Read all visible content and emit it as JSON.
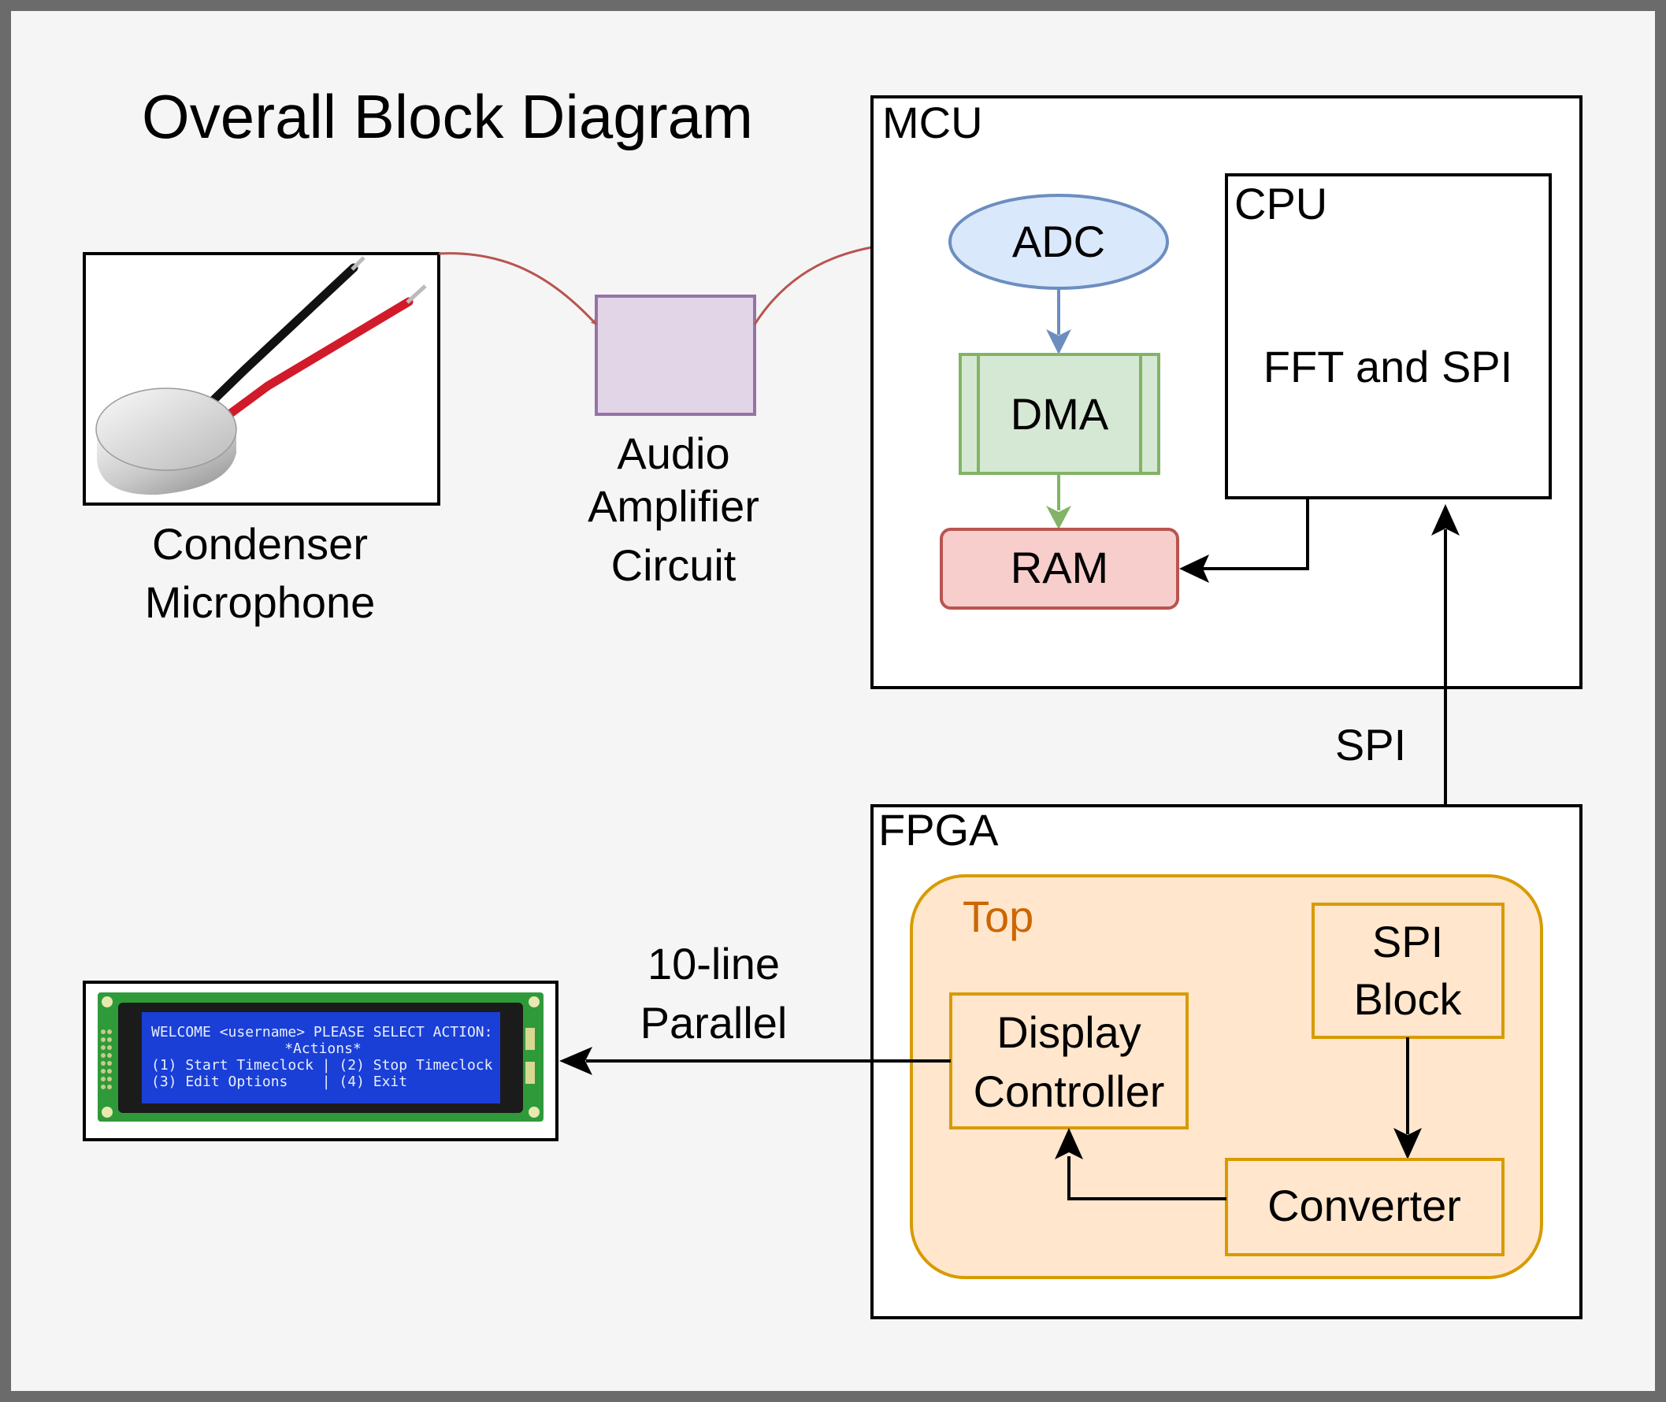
{
  "title": "Overall Block Diagram",
  "microphone": {
    "label_line1": "Condenser",
    "label_line2": "Microphone"
  },
  "amplifier": {
    "label_line1": "Audio",
    "label_line2": "Amplifier",
    "label_line3": "Circuit"
  },
  "mcu": {
    "label": "MCU",
    "adc": "ADC",
    "dma": "DMA",
    "ram": "RAM",
    "cpu": {
      "label": "CPU",
      "function": "FFT and SPI"
    }
  },
  "spi_link_label": "SPI",
  "fpga": {
    "label": "FPGA",
    "top": {
      "label": "Top",
      "spi_block_line1": "SPI",
      "spi_block_line2": "Block",
      "display_controller_line1": "Display",
      "display_controller_line2": "Controller",
      "converter": "Converter"
    }
  },
  "parallel_link": {
    "line1": "10-line",
    "line2": "Parallel"
  },
  "lcd": {
    "line1": "WELCOME <username> PLEASE SELECT ACTION:",
    "line2": "*Actions*",
    "line3": "(1) Start Timeclock | (2) Stop Timeclock",
    "line4": "(3) Edit Options    | (4) Exit"
  },
  "colors": {
    "background": "#f5f5f5",
    "frame": "#6b6b6b",
    "red_arrow": "#b85450",
    "adc_fill": "#dae8fc",
    "adc_stroke": "#6c8ebf",
    "dma_fill": "#d5e8d4",
    "dma_stroke": "#82b366",
    "ram_fill": "#f8cecc",
    "ram_stroke": "#b85450",
    "amp_fill": "#e1d5e7",
    "amp_stroke": "#9673a6",
    "top_fill": "#ffe6cc",
    "top_stroke": "#d79b00",
    "top_label": "#cc6600",
    "lcd_screen": "#1a3fd6",
    "lcd_pcb": "#2f9a3a"
  }
}
